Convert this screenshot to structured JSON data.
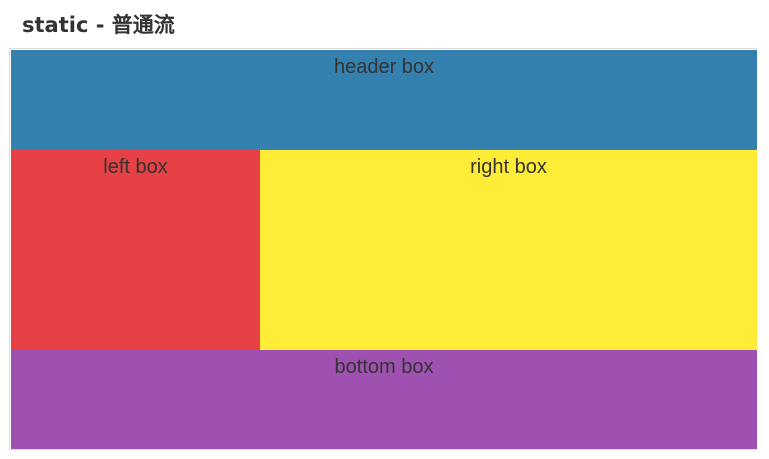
{
  "title": "static - 普通流",
  "boxes": {
    "header": {
      "label": "header box",
      "color": "#3481b0"
    },
    "left": {
      "label": "left box",
      "color": "#e74045"
    },
    "right": {
      "label": "right box",
      "color": "#feec36"
    },
    "bottom": {
      "label": "bottom box",
      "color": "#9e51b1"
    }
  }
}
